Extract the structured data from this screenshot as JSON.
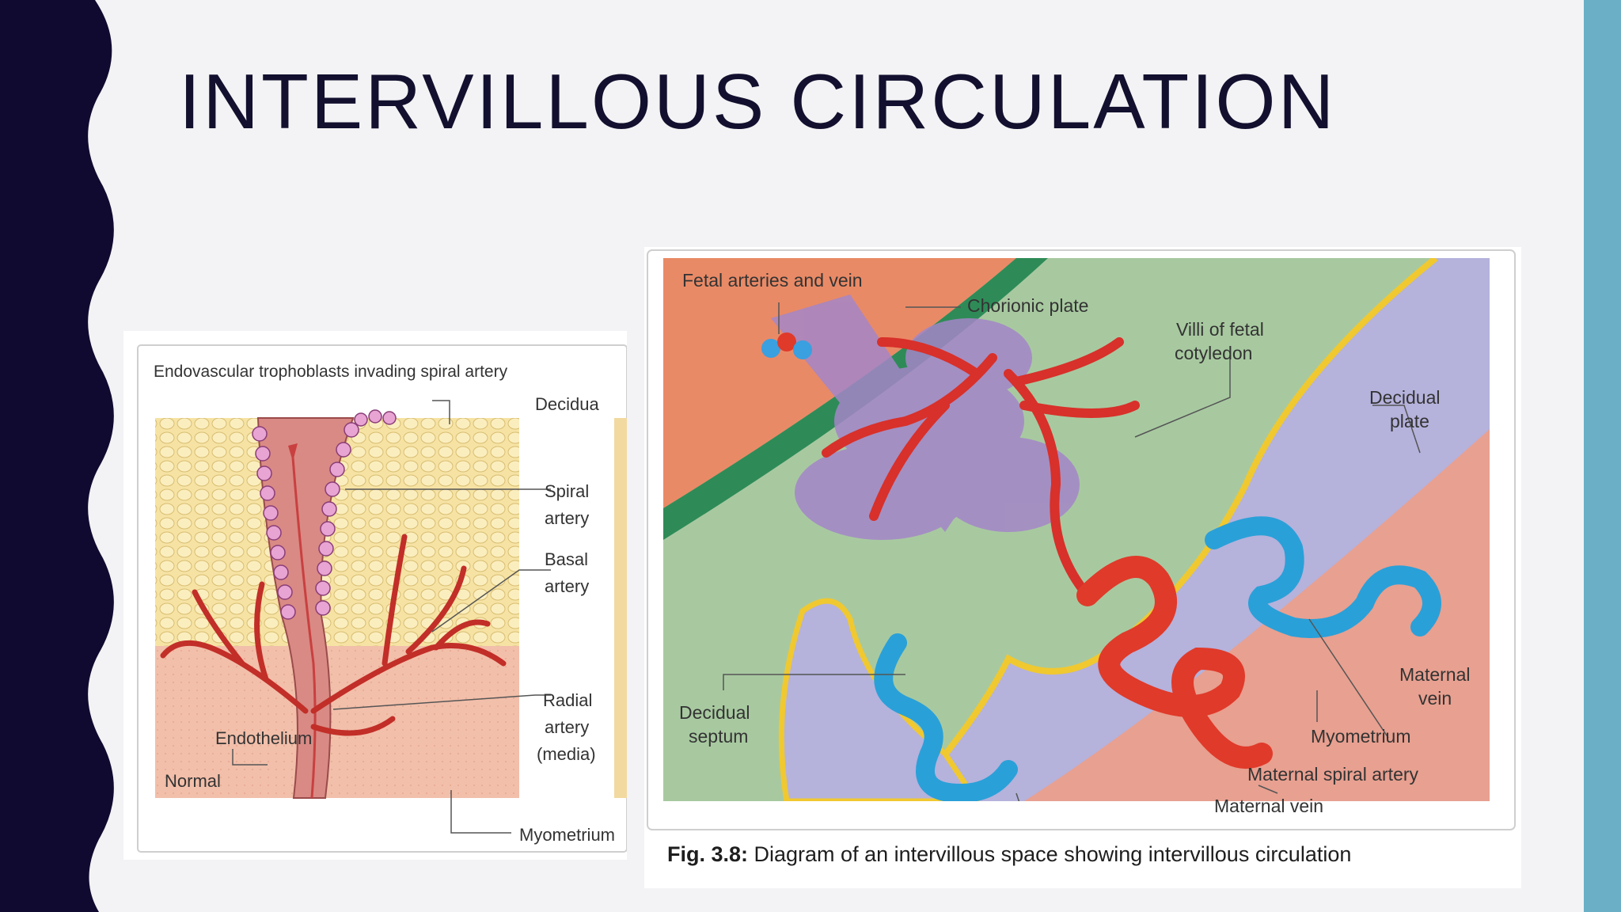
{
  "slide": {
    "title": "INTERVILLOUS CIRCULATION"
  },
  "figure_left": {
    "heading": "Endovascular trophoblasts invading spiral artery",
    "labels": {
      "decidua": "Decidua",
      "spiral_1": "Spiral",
      "spiral_2": "artery",
      "basal_1": "Basal",
      "basal_2": "artery",
      "radial_1": "Radial",
      "radial_2": "artery",
      "radial_3": "(media)",
      "endothelium": "Endothelium",
      "normal": "Normal",
      "myometrium": "Myometrium"
    }
  },
  "figure_right": {
    "labels": {
      "fetal_vessels": "Fetal arteries and vein",
      "chorionic_plate": "Chorionic plate",
      "villi_1": "Villi of fetal",
      "villi_2": "cotyledon",
      "decidual_plate_1": "Decidual",
      "decidual_plate_2": "plate",
      "decidual_septum_1": "Decidual",
      "decidual_septum_2": "septum",
      "maternal_vein_right_1": "Maternal",
      "maternal_vein_right_2": "vein",
      "myometrium": "Myometrium",
      "maternal_spiral_artery": "Maternal spiral artery",
      "maternal_vein_bottom": "Maternal vein"
    },
    "caption_prefix": "Fig. 3.8:",
    "caption_text": " Diagram of an intervillous space showing intervillous circulation"
  }
}
